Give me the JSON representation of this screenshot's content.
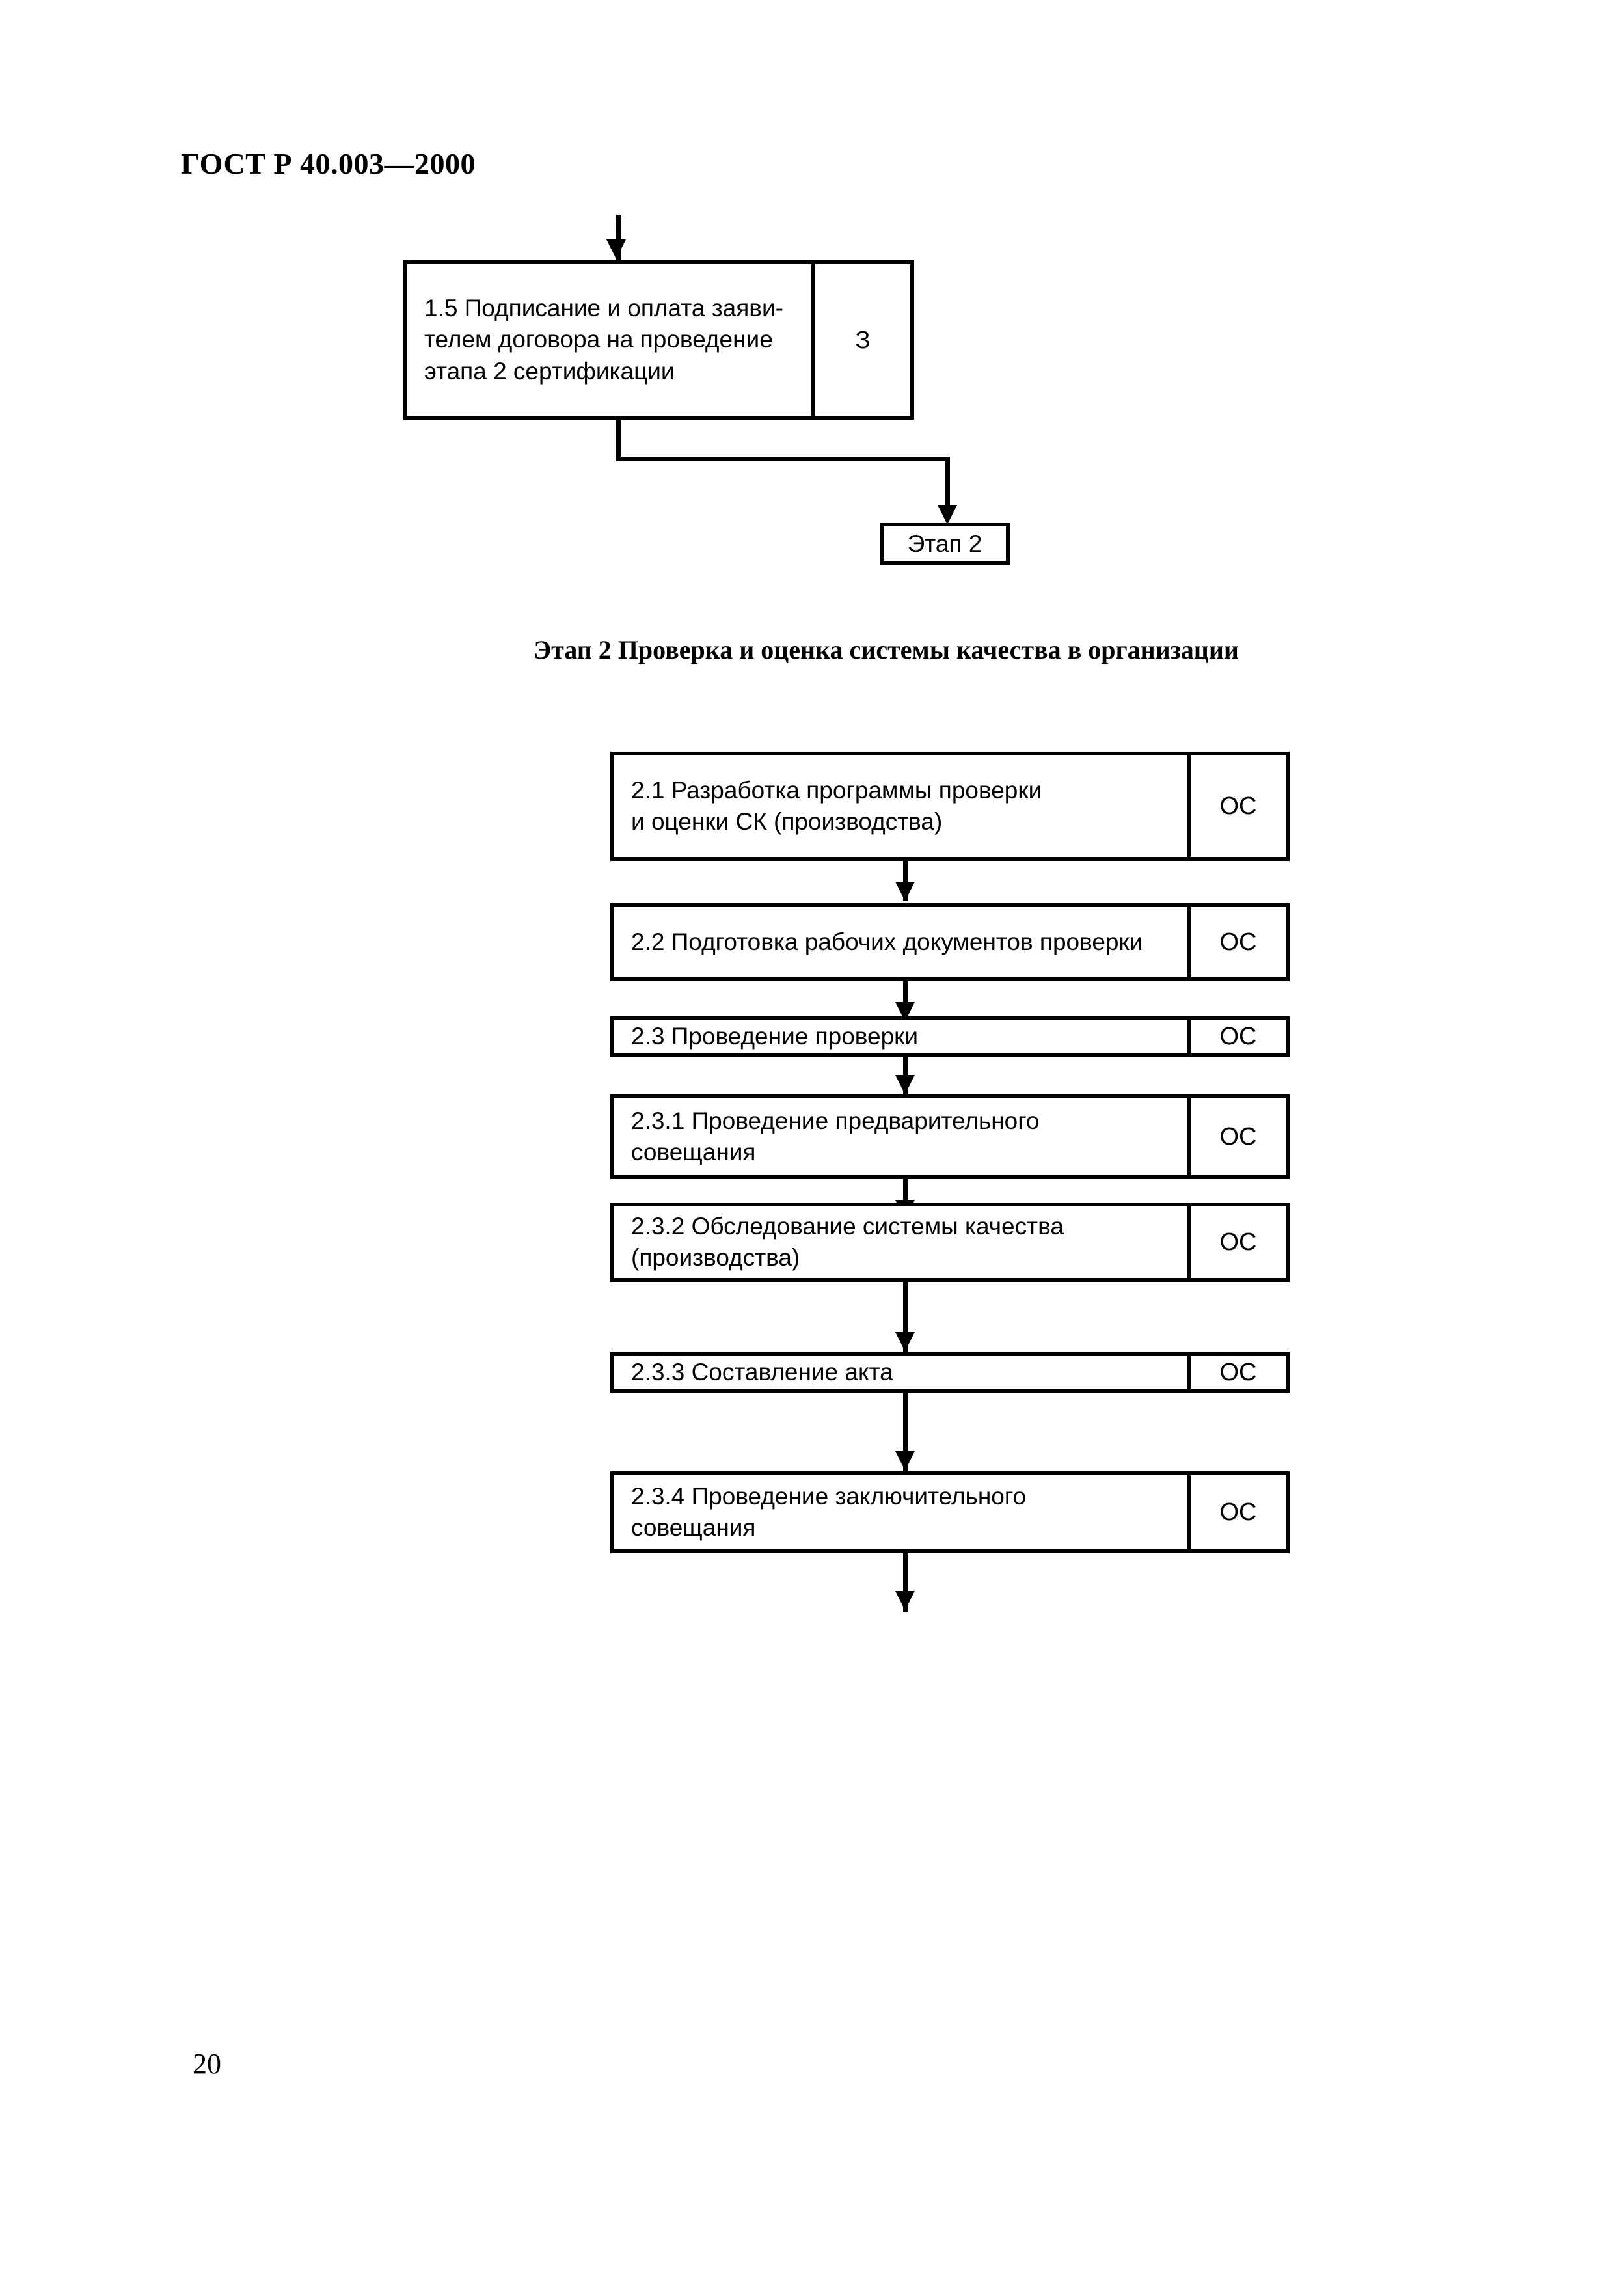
{
  "document": {
    "header": "ГОСТ Р 40.003—2000",
    "page_number": "20"
  },
  "stage_heading": "Этап 2  Проверка и оценка системы качества в организации",
  "stage1_tail": {
    "step": {
      "text": "1.5 Подписание и оплата заяви-\nтелем договора на проведение\nэтапа 2 сертификации",
      "actor": "З"
    },
    "next_stage_tag": "Этап 2"
  },
  "stage2_steps": [
    {
      "id": "2.1",
      "text": "2.1 Разработка программы проверки\nи оценки СК (производства)",
      "actor": "ОС"
    },
    {
      "id": "2.2",
      "text": "2.2 Подготовка рабочих документов проверки",
      "actor": "ОС"
    },
    {
      "id": "2.3",
      "text": "2.3 Проведение проверки",
      "actor": "ОС"
    },
    {
      "id": "2.3.1",
      "text": "2.3.1 Проведение предварительного\nсовещания",
      "actor": "ОС"
    },
    {
      "id": "2.3.2",
      "text": "2.3.2 Обследование системы качества\n(производства)",
      "actor": "ОС"
    },
    {
      "id": "2.3.3",
      "text": "2.3.3 Составление акта",
      "actor": "ОС"
    },
    {
      "id": "2.3.4",
      "text": "2.3.4 Проведение заключительного\nсовещания",
      "actor": "ОС"
    }
  ],
  "colors": {
    "ink": "#000000",
    "paper": "#ffffff"
  }
}
